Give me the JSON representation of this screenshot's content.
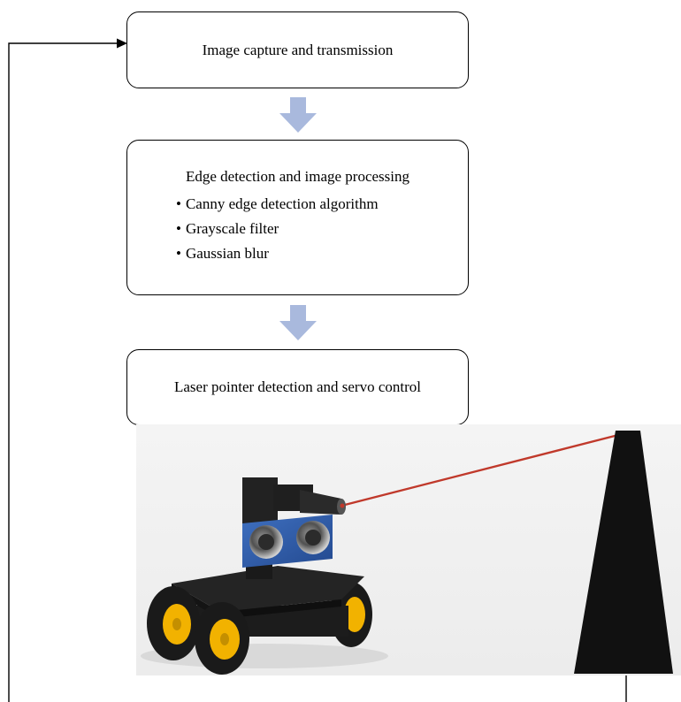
{
  "boxes": {
    "capture": {
      "title": "Image capture and transmission"
    },
    "processing": {
      "title": "Edge detection and image processing",
      "bullets": [
        "Canny edge detection algorithm",
        "Grayscale filter",
        "Gaussian blur"
      ]
    },
    "laser": {
      "title": "Laser pointer detection and servo control"
    }
  },
  "colors": {
    "flow_arrow": "#a9b9dd",
    "laser_beam": "#c0392b",
    "target": "#111111",
    "robot_body": "#1c1c1c",
    "sensor_board": "#2f5fae",
    "wheel_hub": "#f2b200"
  }
}
